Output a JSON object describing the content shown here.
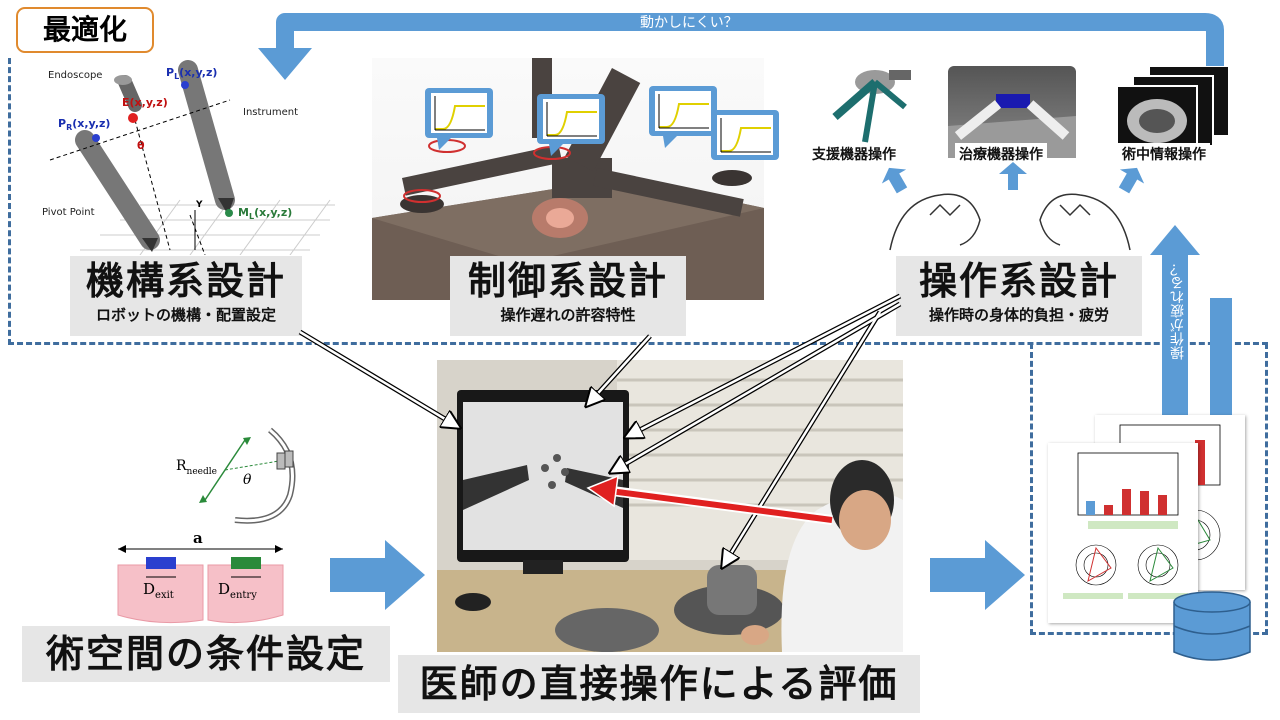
{
  "optimization_tag": "最適化",
  "loop_question": "動かしにくい？",
  "fatigue_question": "操作が疲れる？",
  "mechanism": {
    "title": "機構系設計",
    "subtitle": "ロボットの機構・配置設定",
    "labels": {
      "endoscope": "Endoscope",
      "instrument": "Instrument",
      "pivot_point": "Pivot Point",
      "e_point": "E(x,y,z)",
      "pl_point": "P",
      "pl_sub": "L",
      "pl_coords": "(x,y,z)",
      "pr_point": "P",
      "pr_sub": "R",
      "pr_coords": "(x,y,z)",
      "ml_point": "M",
      "ml_sub": "L",
      "ml_coords": "(x,y,z)",
      "theta": "θ",
      "y_axis": "Y"
    }
  },
  "control": {
    "title": "制御系設計",
    "subtitle": "操作遅れの許容特性"
  },
  "operation": {
    "title": "操作系設計",
    "subtitle": "操作時の身体的負担・疲労",
    "icons": [
      {
        "label": "支援機器操作",
        "icon": "support-device-icon"
      },
      {
        "label": "治療機器操作",
        "icon": "treatment-device-icon"
      },
      {
        "label": "術中情報操作",
        "icon": "intraop-info-icon"
      }
    ]
  },
  "surgical_space": {
    "title": "術空間の条件設定",
    "labels": {
      "r_needle_main": "R",
      "r_needle_sub": "needle",
      "theta": "θ",
      "a": "a",
      "d_exit_main": "D",
      "d_exit_sub": "exit",
      "d_entry_main": "D",
      "d_entry_sub": "entry"
    }
  },
  "evaluation": {
    "title": "医師の直接操作による評価"
  },
  "colors": {
    "accent_blue": "#5b9bd5",
    "dash_blue": "#3f6d9e",
    "orange": "#e08a2e",
    "red_arrow": "#e02020",
    "label_bg": "#e6e6e6"
  }
}
